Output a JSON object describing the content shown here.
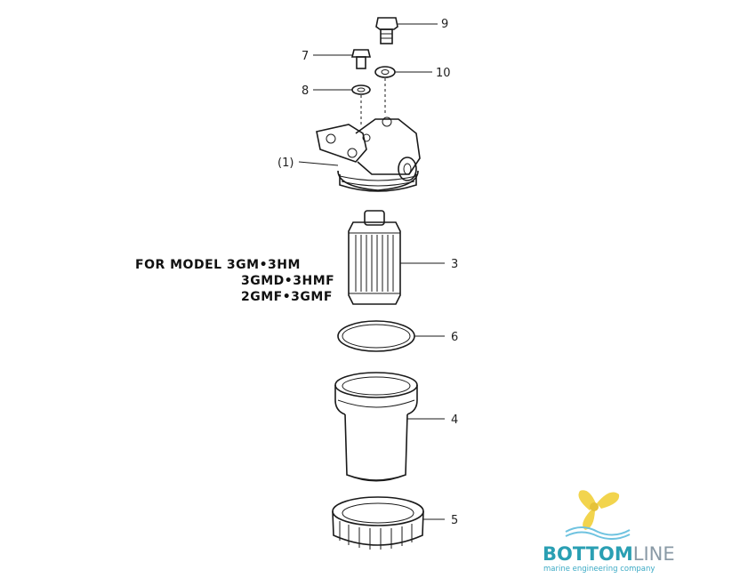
{
  "diagram": {
    "callouts": {
      "p9": "9",
      "p7": "7",
      "p10": "10",
      "p8": "8",
      "p1": "(1)",
      "p3": "3",
      "p6": "6",
      "p4": "4",
      "p5": "5"
    },
    "model_note": {
      "line1": "FOR MODEL 3GM•3HM",
      "line2": "3GMD•3HMF",
      "line3": "2GMF•3GMF"
    }
  },
  "logo": {
    "name_part1": "BOTTOM",
    "name_part2": "LINE",
    "tagline": "marine engineering company",
    "colors": {
      "bottom": "#2a9fb3",
      "line": "#8a9aa6",
      "tagline": "#3aa9c4",
      "propeller": "#f2d44d",
      "wave": "#6fc3e0"
    }
  }
}
